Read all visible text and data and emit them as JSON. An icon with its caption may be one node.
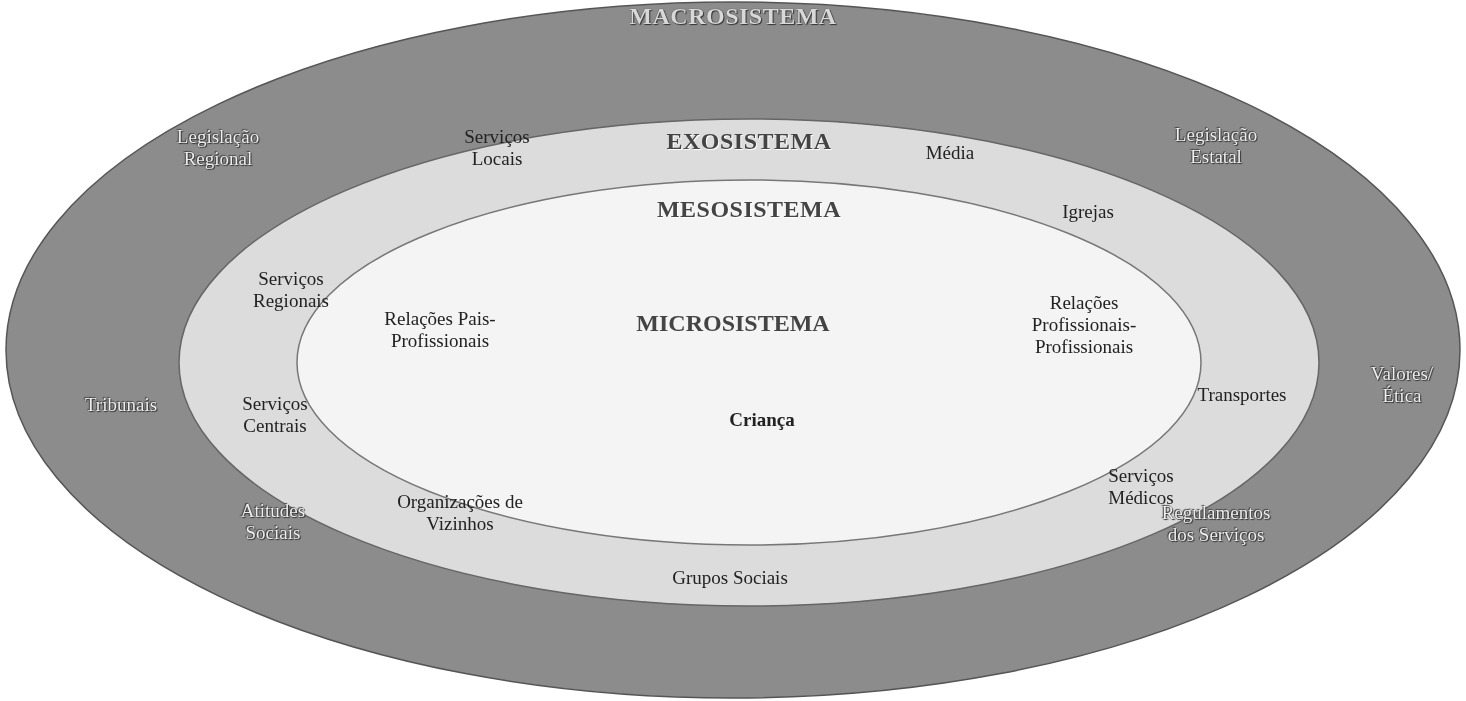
{
  "diagram": {
    "nodes": [
      {
        "text": [
          "MACROSISTEMA"
        ]
      },
      {
        "text": [
          "EXOSISTEMA"
        ],
        "in": 0
      },
      {
        "text": [
          "MESOSISTEMA"
        ],
        "in": 1
      }
    ],
    "edges": [],
    "labels": [
      "Serviços Locais",
      "Legislação Regional",
      "Legislação Estatal",
      "Média",
      "Igrejas",
      "Serviços Regionais",
      "MICROSISTEMA",
      "Relações Profissionais-Profissionais",
      "Relações Pais-Profissionais",
      "Valores/ Ética",
      "Transportes",
      "Tribunais",
      "Serviços Centrais",
      "Criança",
      "Serviços Médicos",
      "Organizações de Vizinhos",
      "Atitudes Sociais",
      "Regulamentos dos Serviços",
      "Grupos Sociais"
    ]
  }
}
